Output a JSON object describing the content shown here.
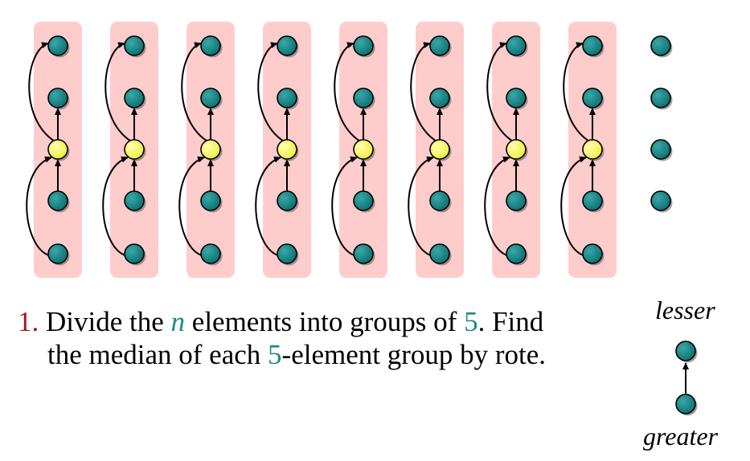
{
  "diagram": {
    "group_count": 8,
    "group_size": 5,
    "leftover_count": 4,
    "colors": {
      "group_background": "#ffcccc",
      "element_fill": "#0f8080",
      "median_fill": "#ffff66",
      "stroke": "#000000"
    },
    "icons": [
      "element-circle-icon",
      "median-circle-icon",
      "arrow-icon"
    ]
  },
  "text": {
    "step_number": "1.",
    "line1_before_n": " Divide the ",
    "n_var": "n",
    "line1_mid": " elements into groups of ",
    "five_1": "5",
    "line1_end": ".  Find",
    "line2_before": "the median of each ",
    "five_2": "5",
    "line2_after": "-element group by rote."
  },
  "legend": {
    "lesser_label": "lesser",
    "greater_label": "greater"
  }
}
